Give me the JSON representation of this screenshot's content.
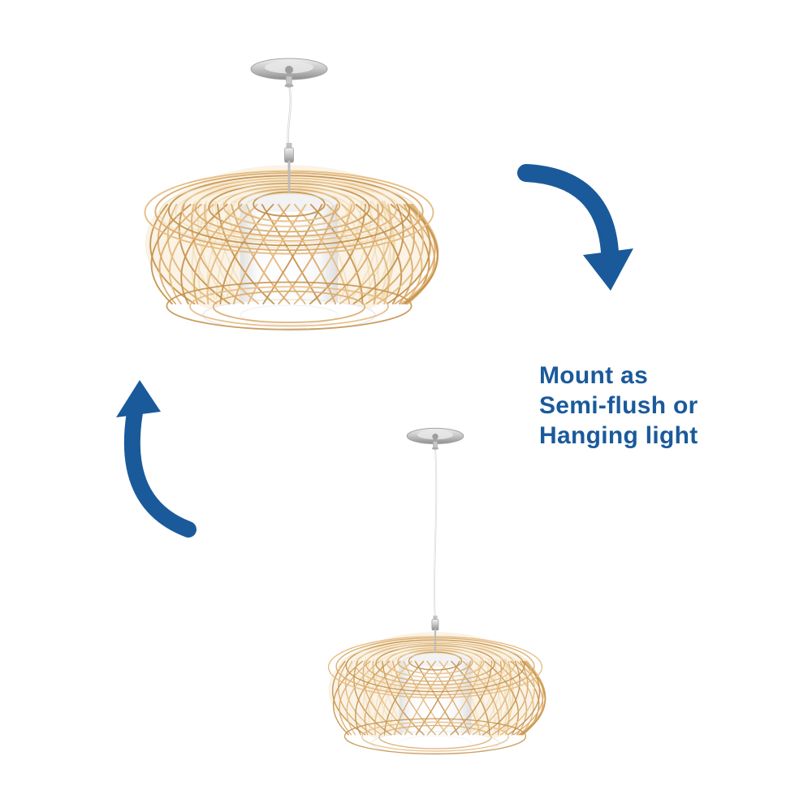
{
  "caption": {
    "line1": "Mount as",
    "line2": "Semi-flush or",
    "line3": "Hanging light"
  },
  "scene": {
    "background": "#ffffff",
    "accent_blue": "#1a5a9b",
    "rattan_dark": "#c6934f",
    "rattan_main": "#dcab6c",
    "rattan_mid": "#e5bb80",
    "rattan_light": "#eed7ab",
    "rattan_tint": "#f6e9d2",
    "metal_gray": "#bdbdbd",
    "cord_gray": "#d4d4d4"
  }
}
